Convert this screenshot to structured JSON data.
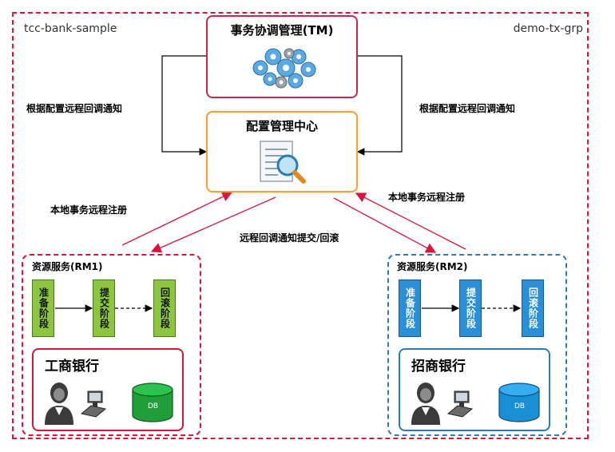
{
  "corners": {
    "left": "tcc-bank-sample",
    "right": "demo-tx-grp"
  },
  "tm": {
    "title": "事务协调管理(TM)",
    "icon": "gears-icon"
  },
  "config": {
    "title": "配置管理中心",
    "icon": "document-search-icon"
  },
  "labels": {
    "notify_left": "根据配置远程回调通知",
    "notify_right": "根据配置远程回调通知",
    "register_left": "本地事务远程注册",
    "register_right": "本地事务远程注册",
    "callback": "远程回调通知提交/回滚"
  },
  "rm1": {
    "title": "资源服务(RM1)",
    "phases": [
      "准备阶段",
      "提交阶段",
      "回滚阶段"
    ],
    "bank": "工商银行",
    "db_label": "DB",
    "color": "#8cc63f"
  },
  "rm2": {
    "title": "资源服务(RM2)",
    "phases": [
      "准备阶段",
      "提交阶段",
      "回滚阶段"
    ],
    "bank": "招商银行",
    "db_label": "DB",
    "color": "#2a8fd6"
  },
  "colors": {
    "red": "#d9143d",
    "blue": "#2b7bb5",
    "orange": "#f2a23a",
    "db_green": "#1f9e3a",
    "db_blue": "#1a8fd6"
  }
}
